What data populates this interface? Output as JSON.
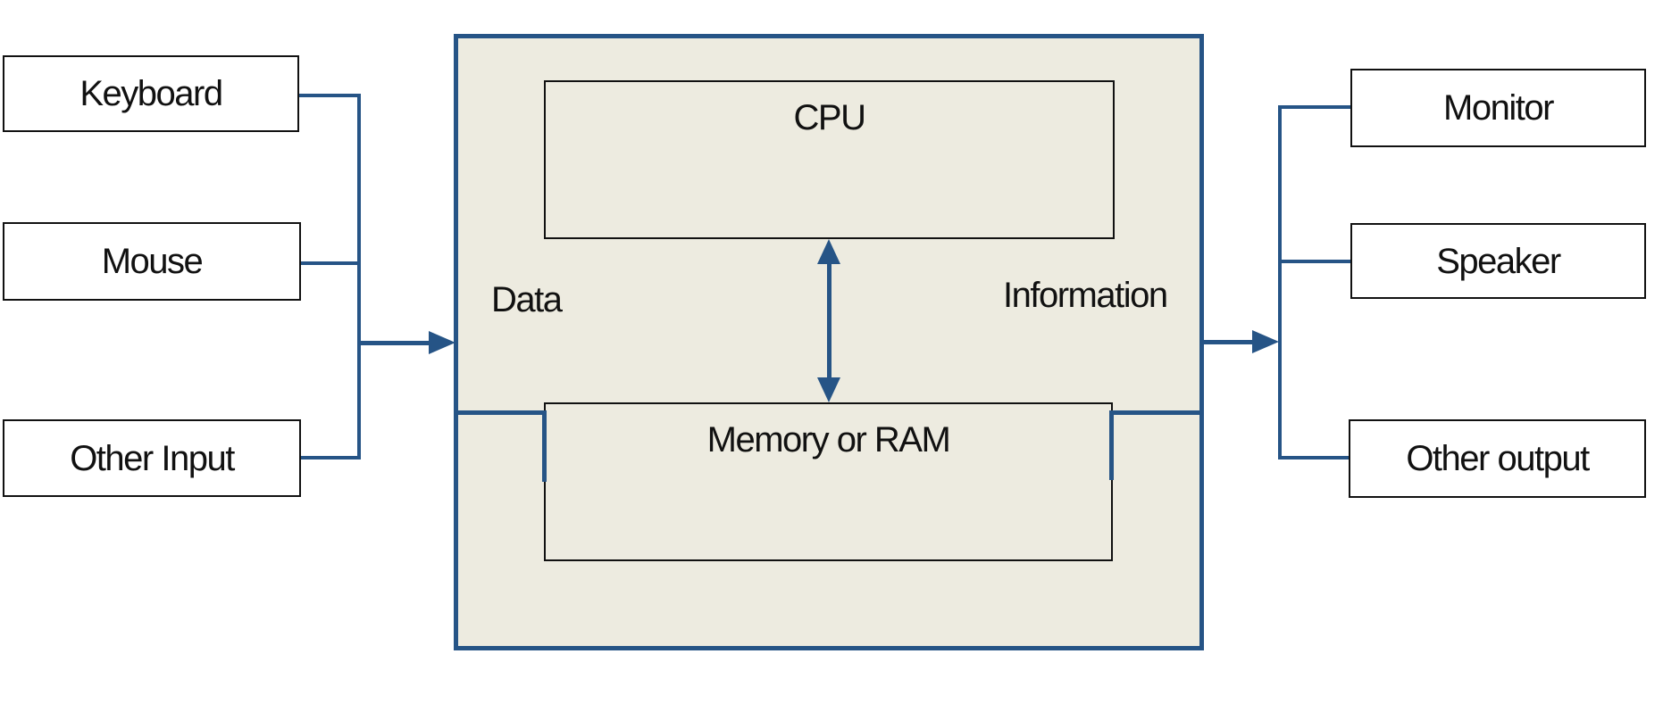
{
  "diagram": {
    "type": "computer-architecture-flow",
    "colors": {
      "connector_blue": "#265486",
      "system_unit_fill": "#EDEBE0",
      "box_border": "#111111",
      "background": "#ffffff"
    },
    "input_devices": [
      {
        "label": "Keyboard"
      },
      {
        "label": "Mouse"
      },
      {
        "label": "Other Input"
      }
    ],
    "output_devices": [
      {
        "label": "Monitor"
      },
      {
        "label": "Speaker"
      },
      {
        "label": "Other output"
      }
    ],
    "system_unit": {
      "cpu_label": "CPU",
      "memory_label": "Memory or RAM",
      "data_label": "Data",
      "information_label": "Information"
    }
  }
}
